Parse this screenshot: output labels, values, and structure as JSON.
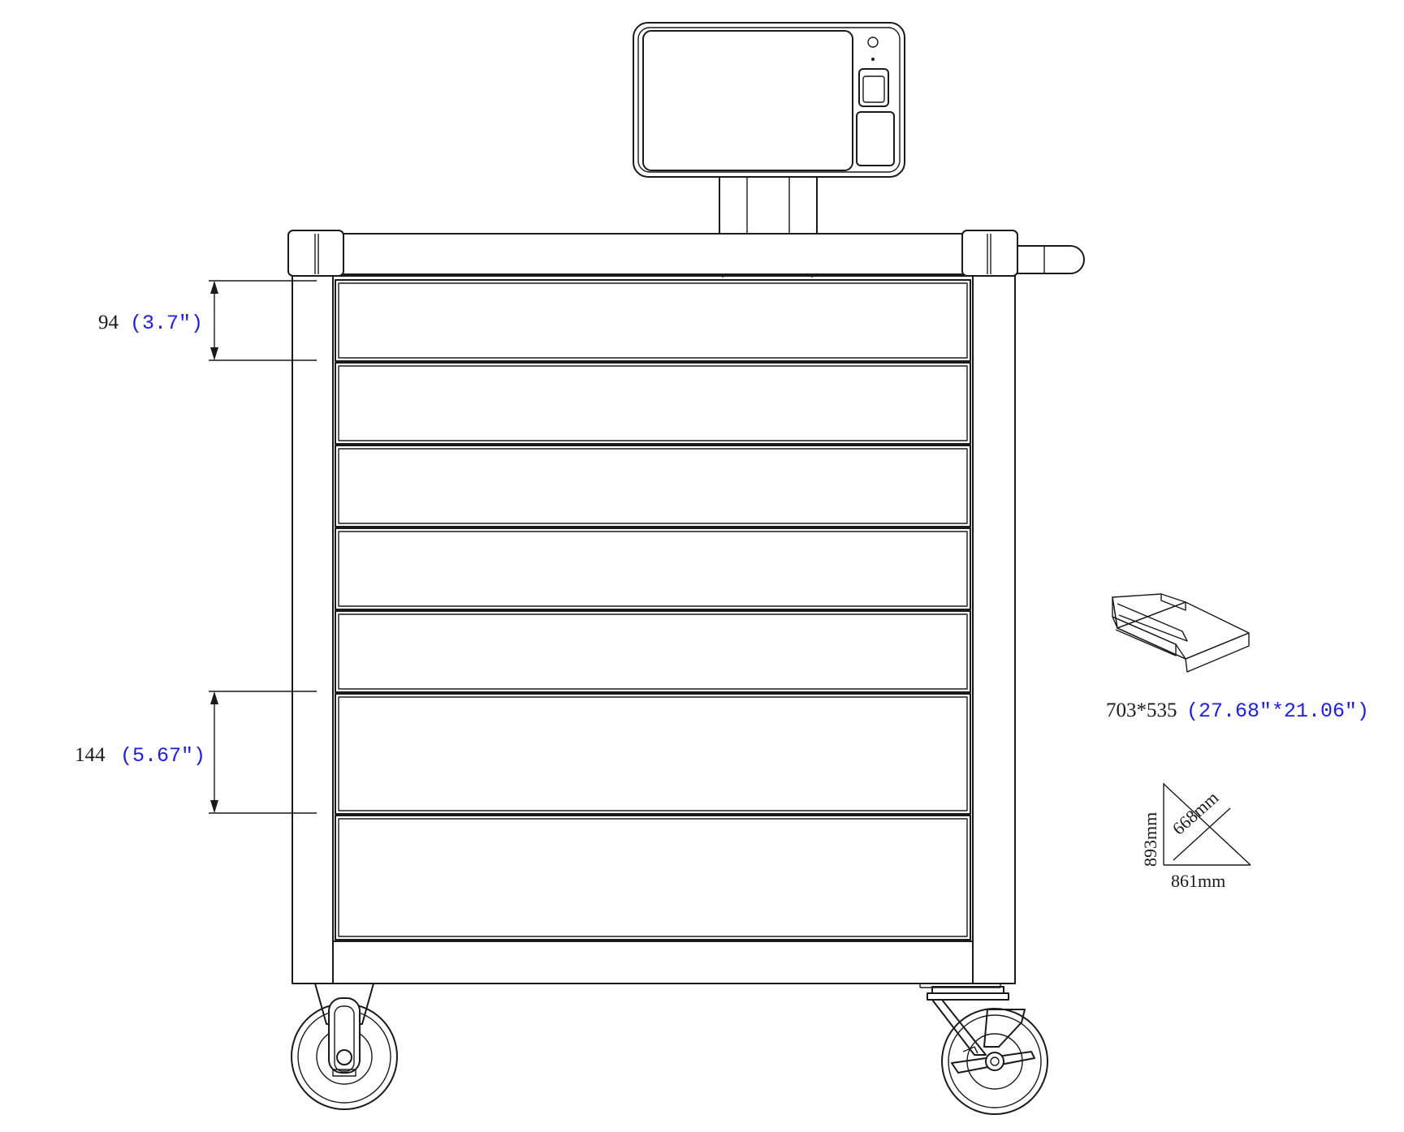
{
  "dimensions": {
    "drawer_small": {
      "mm": "94",
      "inch": "(3.7\")"
    },
    "drawer_large": {
      "mm": "144",
      "inch": "(5.67\")"
    },
    "tray": {
      "mm": "703*535",
      "inch": "(27.68″*21.06″)"
    },
    "overall": {
      "height": "893mm",
      "depth": "668mm",
      "width": "861mm"
    }
  },
  "colors": {
    "line": "#1a1a1a",
    "inch_text": "#1a1aff",
    "background": "#ffffff"
  },
  "drawer_count": 7
}
